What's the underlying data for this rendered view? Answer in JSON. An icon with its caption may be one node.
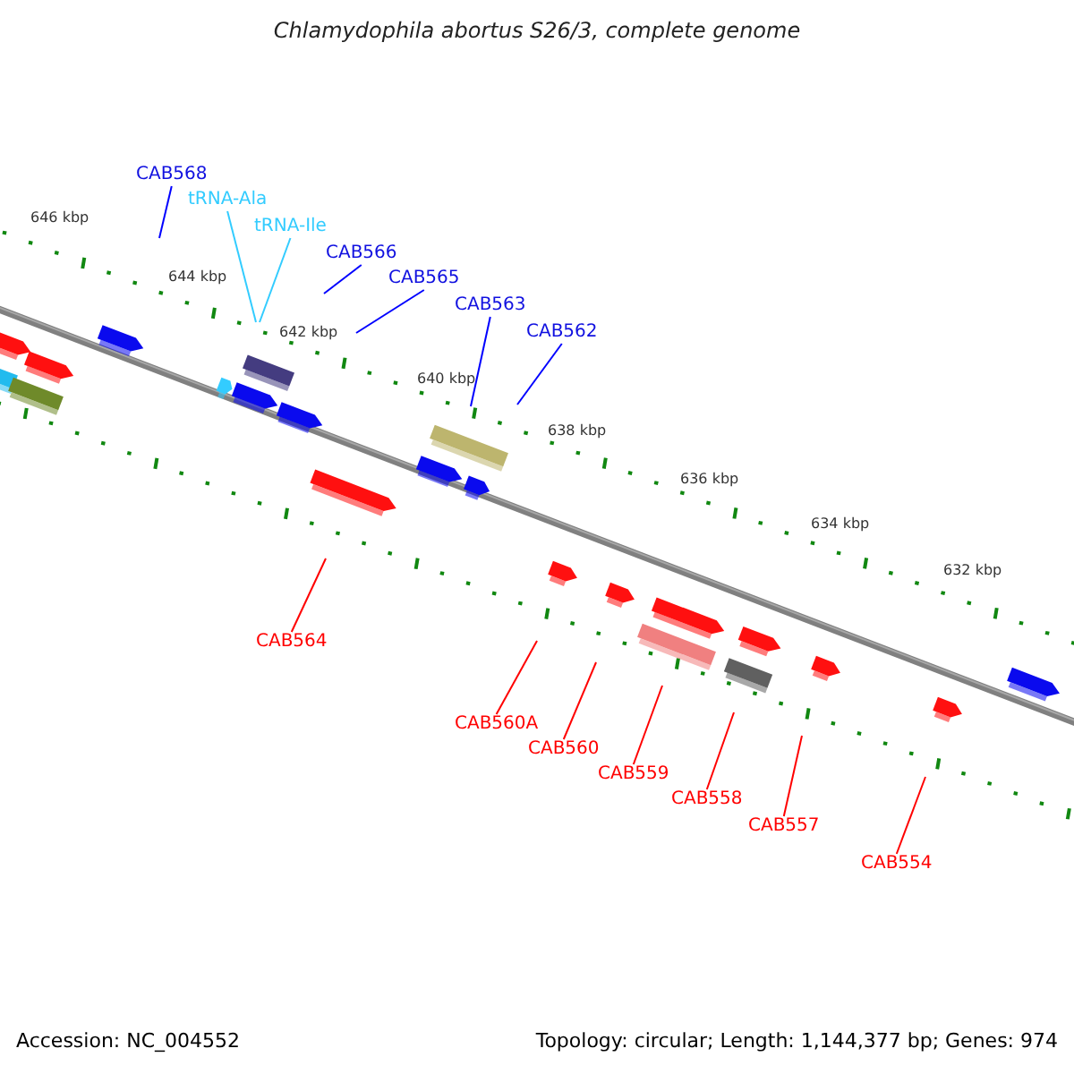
{
  "diagram": {
    "title": "Chlamydophila abortus S26/3, complete genome",
    "nodes": [
      {
        "text": [
          "CAB568"
        ]
      },
      {
        "text": [
          "tRNA-Ala"
        ]
      },
      {
        "text": [
          "tRNA-Ile"
        ]
      },
      {
        "text": [
          "CAB566"
        ]
      },
      {
        "text": [
          "CAB565"
        ]
      },
      {
        "text": [
          "CAB563"
        ]
      },
      {
        "text": [
          "CAB562"
        ]
      },
      {
        "text": [
          "CAB564"
        ]
      },
      {
        "text": [
          "CAB560A"
        ]
      },
      {
        "text": [
          "CAB560"
        ]
      },
      {
        "text": [
          "CAB559"
        ]
      },
      {
        "text": [
          "CAB558"
        ]
      },
      {
        "text": [
          "CAB557"
        ]
      },
      {
        "text": [
          "CAB554"
        ]
      }
    ],
    "edges": [
      {
        "from": 0,
        "to": null,
        "arrow": "none",
        "color": "#0000ff"
      },
      {
        "from": 1,
        "to": null,
        "arrow": "none",
        "color": "#33ccff"
      },
      {
        "from": 2,
        "to": null,
        "arrow": "none",
        "color": "#33ccff"
      },
      {
        "from": 3,
        "to": null,
        "arrow": "none",
        "color": "#0000ff"
      },
      {
        "from": 4,
        "to": null,
        "arrow": "none",
        "color": "#0000ff"
      },
      {
        "from": 5,
        "to": null,
        "arrow": "none",
        "color": "#0000ff"
      },
      {
        "from": 6,
        "to": null,
        "arrow": "none",
        "color": "#0000ff"
      },
      {
        "from": 7,
        "to": null,
        "arrow": "none"
      },
      {
        "from": 8,
        "to": null,
        "arrow": "none"
      },
      {
        "from": 9,
        "to": null,
        "arrow": "none"
      },
      {
        "from": 10,
        "to": null,
        "arrow": "none"
      },
      {
        "from": 11,
        "to": null,
        "arrow": "none"
      },
      {
        "from": 12,
        "to": null,
        "arrow": "none"
      },
      {
        "from": 13,
        "to": null,
        "arrow": "none"
      }
    ],
    "labels": [
      "646 kbp",
      "644 kbp",
      "642 kbp",
      "640 kbp",
      "638 kbp",
      "636 kbp",
      "634 kbp",
      "632 kbp",
      "Accession: NC_004552",
      "Topology: circular; Length: 1,144,377 bp; Genes: 974"
    ]
  }
}
